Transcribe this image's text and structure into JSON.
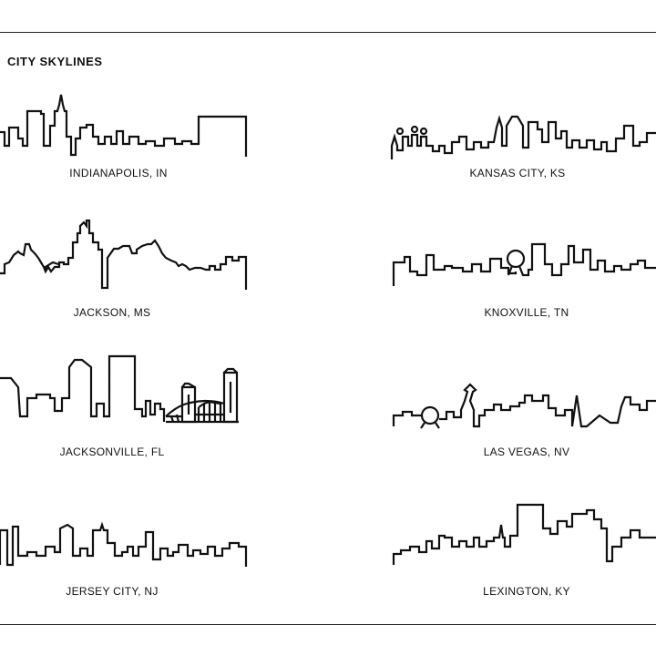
{
  "page": {
    "title": "CITY SKYLINES"
  },
  "skylines": [
    {
      "label": "INDIANAPOLIS, IN"
    },
    {
      "label": "KANSAS CITY, KS"
    },
    {
      "label": "JACKSON, MS"
    },
    {
      "label": "KNOXVILLE, TN"
    },
    {
      "label": "JACKSONVILLE, FL"
    },
    {
      "label": "LAS VEGAS, NV"
    },
    {
      "label": "JERSEY CITY, NJ"
    },
    {
      "label": "LEXINGTON, KY"
    }
  ]
}
